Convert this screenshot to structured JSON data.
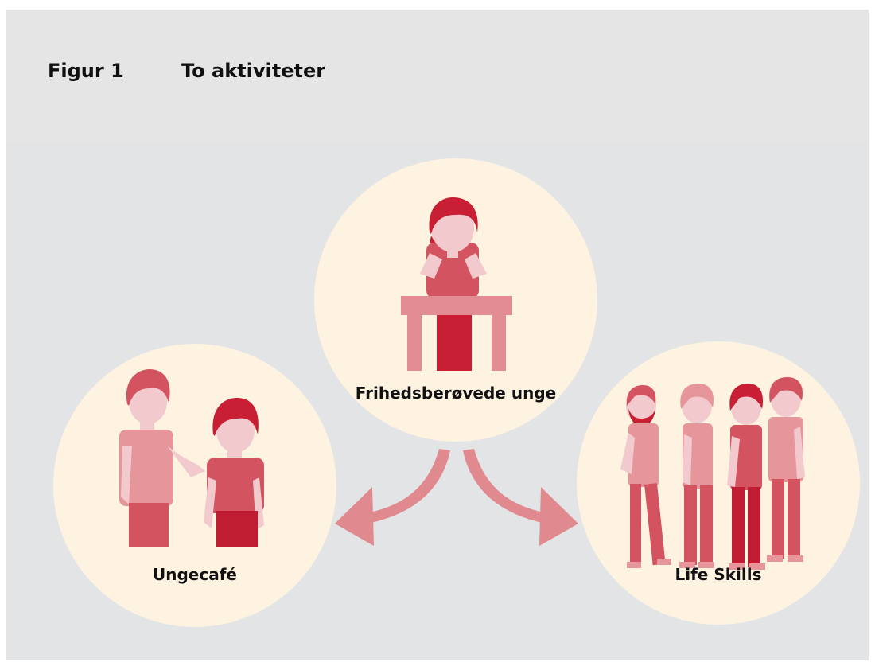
{
  "header": {
    "figure_label": "Figur 1",
    "title": "To aktiviteter"
  },
  "nodes": {
    "center": {
      "label": "Frihedsberøvede unge"
    },
    "left": {
      "label": "Ungecafé"
    },
    "right": {
      "label": "Life Skills"
    }
  },
  "colors": {
    "background": "#e3e4e5",
    "circle_fill": "#fdf3e0",
    "arrow": "#e08a8f",
    "hair": "#c81f35",
    "skin": "#f2c9cc",
    "shirt_mid": "#d35460",
    "shirt_light": "#e6969b",
    "pants_dark": "#c01d33",
    "table": "#e28c93"
  }
}
